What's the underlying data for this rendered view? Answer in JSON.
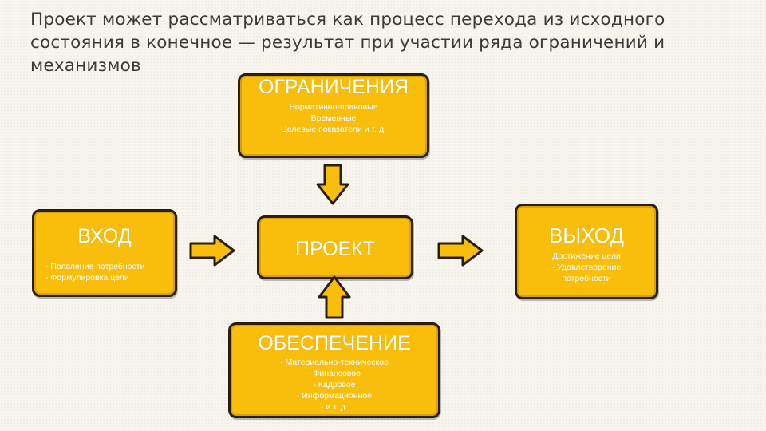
{
  "title": "Проект может рассматриваться как процесс перехода из исходного состояния в конечное — результат при участии ряда ограничений и механизмов",
  "colors": {
    "box_fill": "#f8be0b",
    "box_border": "#2a1e12",
    "box_text": "#ffffff",
    "title_text": "#3a3a3a",
    "background": "#f7f5ee"
  },
  "constraints": {
    "heading": "ОГРАНИЧЕНИЯ",
    "items": [
      "Нормативно-правовые",
      "Временные",
      "Целевые показатели и т. д."
    ]
  },
  "input": {
    "heading": "ВХОД",
    "items": [
      "- Появление потребности",
      "- Формулировка цели"
    ]
  },
  "project": {
    "heading": "ПРОЕКТ"
  },
  "output": {
    "heading": "ВЫХОД",
    "items": [
      "Достижение цели",
      "- Удовлетворение",
      "потребности"
    ]
  },
  "support": {
    "heading": "ОБЕСПЕЧЕНИЕ",
    "items": [
      "- Материально-техническое",
      "- Финансовое",
      "- Кадровое",
      "- Информационное",
      "- и т. д."
    ]
  },
  "arrows": {
    "icons": [
      "arrow-down-icon",
      "arrow-up-icon",
      "arrow-right-icon",
      "arrow-right-icon"
    ]
  }
}
